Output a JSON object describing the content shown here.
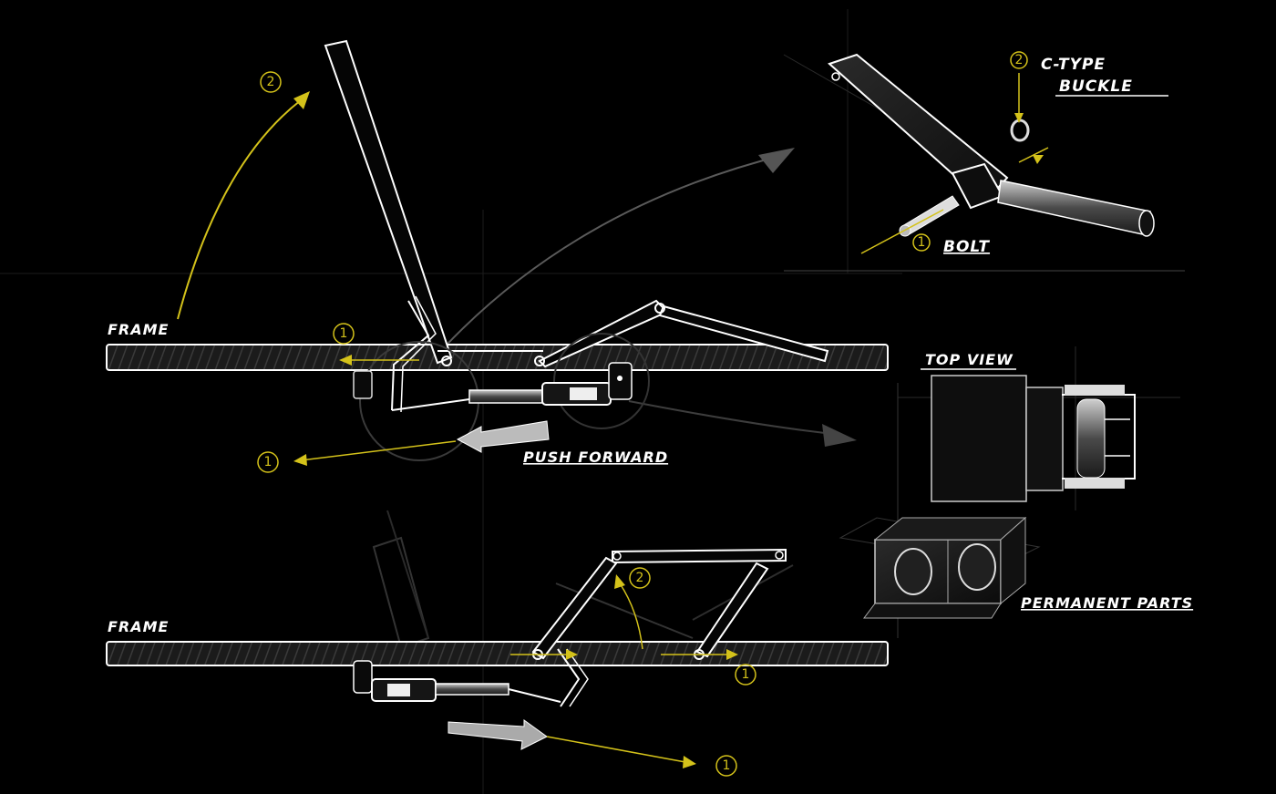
{
  "labels": {
    "frame_top": "FRAME",
    "frame_bottom": "FRAME",
    "push_forward": "PUSH FORWARD",
    "c_type_line1": "C-TYPE",
    "c_type_line2": "BUCKLE",
    "bolt": "BOLT",
    "top_view": "TOP VIEW",
    "permanent_parts": "PERMANENT PARTS"
  },
  "markers": {
    "m_top_2": "2",
    "m_top_1": "1",
    "m_push_1": "1",
    "m_buckle_2": "2",
    "m_bolt_1": "1",
    "m_bottom_2": "2",
    "m_bottom_1a": "1",
    "m_bottom_1b": "1"
  },
  "colors": {
    "background": "#000000",
    "sketch": "#ffffff",
    "accent": "#d4c21a",
    "ghost": "#5a5a5a"
  }
}
